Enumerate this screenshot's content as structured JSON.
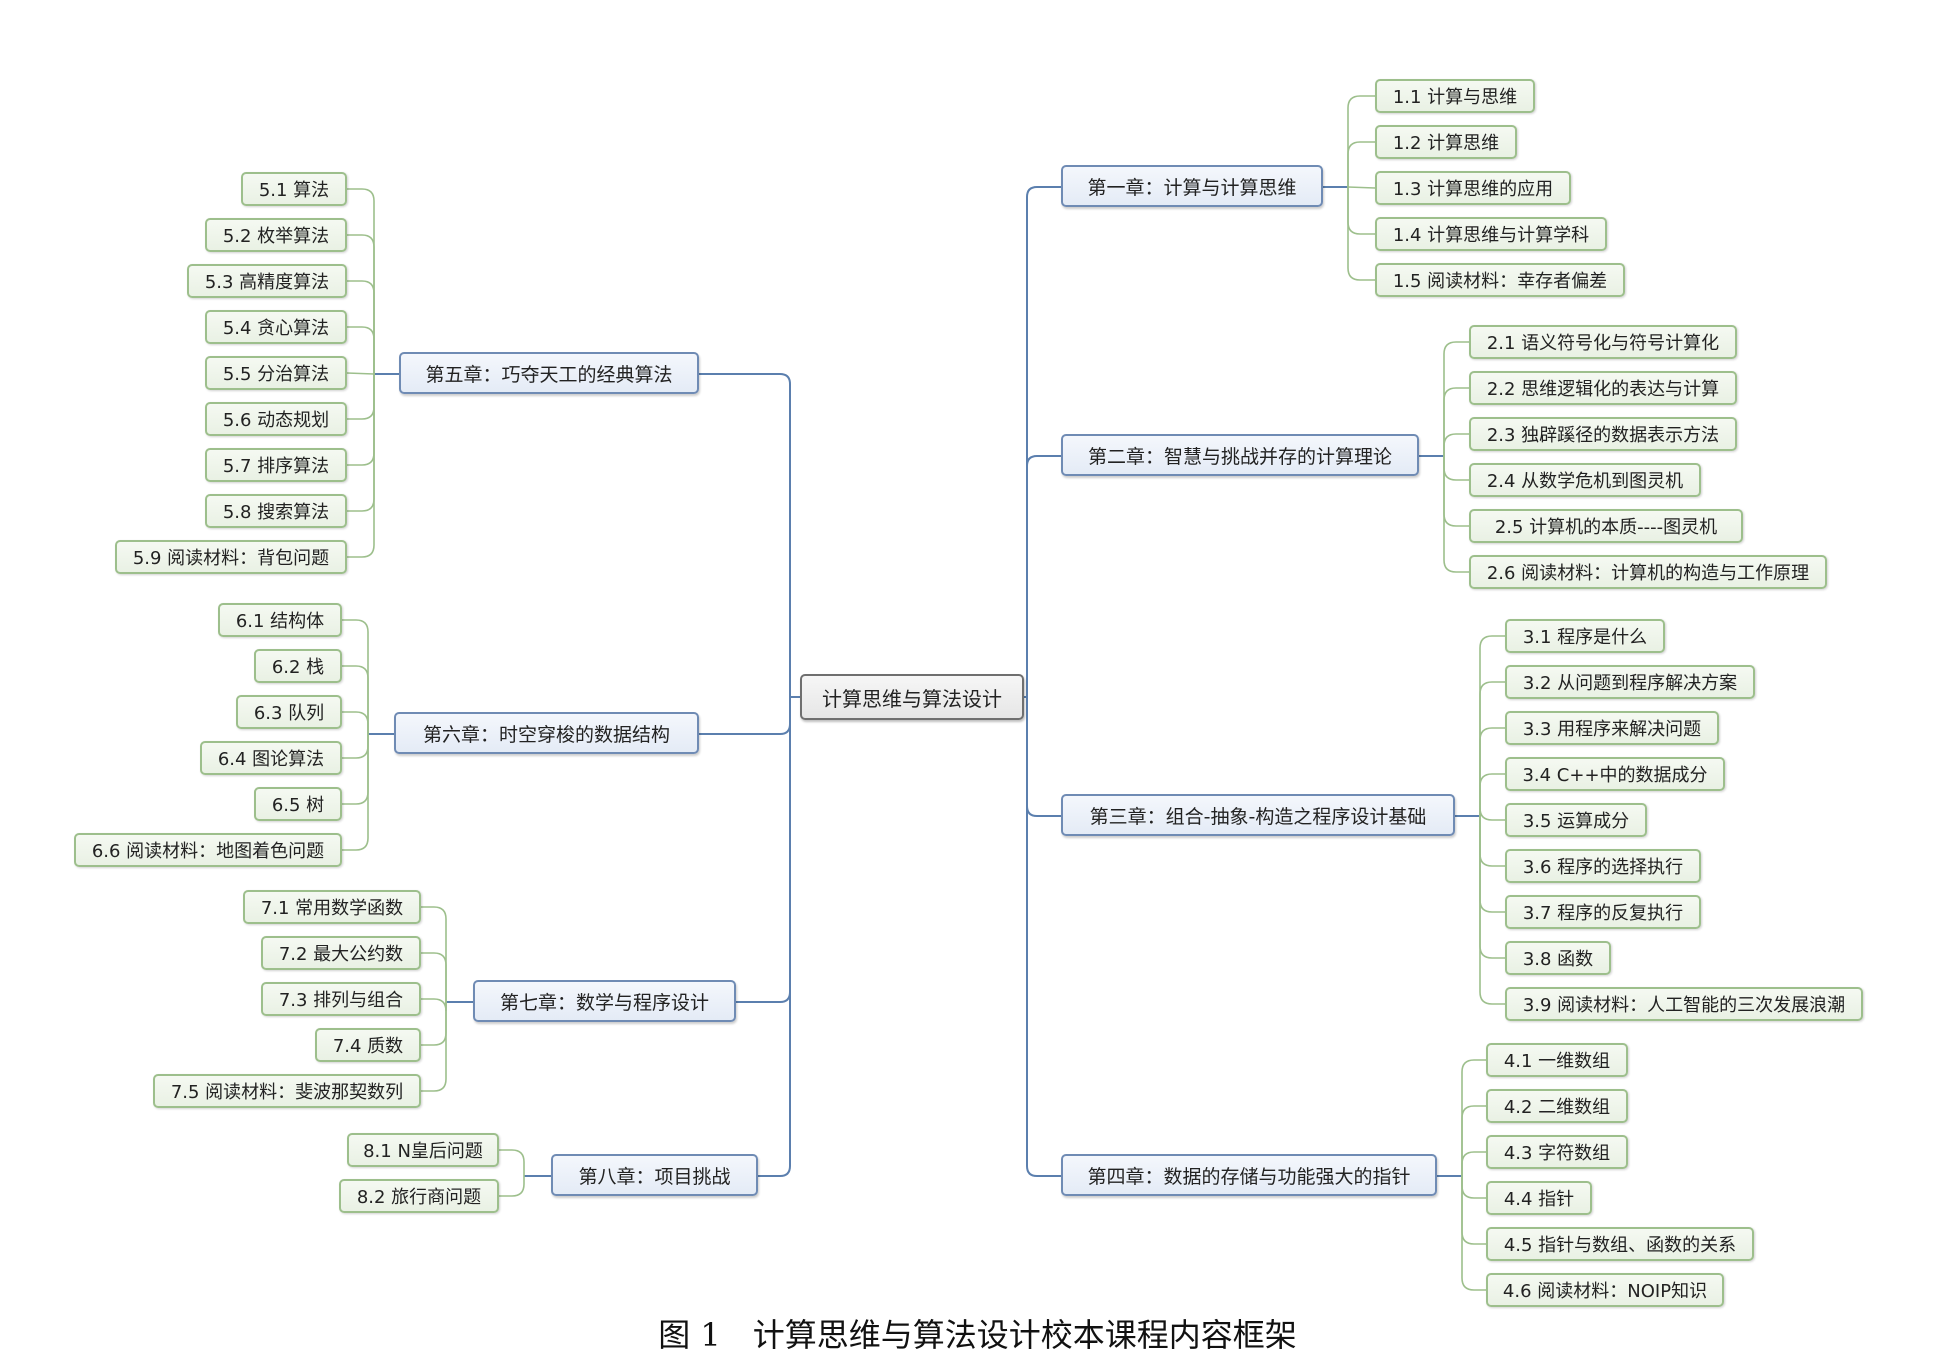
{
  "root": {
    "label": "计算思维与算法设计"
  },
  "caption": "图 1　计算思维与算法设计校本课程内容框架",
  "colors": {
    "connector": "#5b7fae",
    "root_border": "#6f6f6f",
    "chapter_border": "#6f8bb4",
    "section_border": "#9dbf8c"
  },
  "chapters": [
    {
      "label": "第一章：计算与计算思维",
      "side": "right",
      "sections": [
        "1.1 计算与思维",
        "1.2 计算思维",
        "1.3 计算思维的应用",
        "1.4 计算思维与计算学科",
        "1.5 阅读材料：幸存者偏差"
      ]
    },
    {
      "label": "第二章：智慧与挑战并存的计算理论",
      "side": "right",
      "sections": [
        "2.1 语义符号化与符号计算化",
        "2.2 思维逻辑化的表达与计算",
        "2.3 独辟蹊径的数据表示方法",
        "2.4 从数学危机到图灵机",
        "2.5 计算机的本质----图灵机",
        "2.6 阅读材料：计算机的构造与工作原理"
      ]
    },
    {
      "label": "第三章：组合-抽象-构造之程序设计基础",
      "side": "right",
      "sections": [
        "3.1 程序是什么",
        "3.2 从问题到程序解决方案",
        "3.3 用程序来解决问题",
        "3.4  C++中的数据成分",
        "3.5 运算成分",
        "3.6 程序的选择执行",
        "3.7 程序的反复执行",
        "3.8 函数",
        "3.9 阅读材料：人工智能的三次发展浪潮"
      ]
    },
    {
      "label": "第四章：数据的存储与功能强大的指针",
      "side": "right",
      "sections": [
        "4.1 一维数组",
        "4.2 二维数组",
        "4.3 字符数组",
        "4.4 指针",
        "4.5 指针与数组、函数的关系",
        "4.6 阅读材料：NOIP知识"
      ]
    },
    {
      "label": "第五章：巧夺天工的经典算法",
      "side": "left",
      "sections": [
        "5.1 算法",
        "5.2 枚举算法",
        "5.3 高精度算法",
        "5.4 贪心算法",
        "5.5 分治算法",
        "5.6 动态规划",
        "5.7 排序算法",
        "5.8 搜索算法",
        "5.9 阅读材料：背包问题"
      ]
    },
    {
      "label": "第六章：时空穿梭的数据结构",
      "side": "left",
      "sections": [
        "6.1 结构体",
        "6.2 栈",
        "6.3 队列",
        "6.4 图论算法",
        "6.5 树",
        "6.6 阅读材料：地图着色问题"
      ]
    },
    {
      "label": "第七章：数学与程序设计",
      "side": "left",
      "sections": [
        "7.1 常用数学函数",
        "7.2 最大公约数",
        "7.3 排列与组合",
        "7.4 质数",
        "7.5 阅读材料：斐波那契数列"
      ]
    },
    {
      "label": "第八章：项目挑战",
      "side": "left",
      "sections": [
        "8.1 N皇后问题",
        "8.2 旅行商问题"
      ]
    }
  ]
}
